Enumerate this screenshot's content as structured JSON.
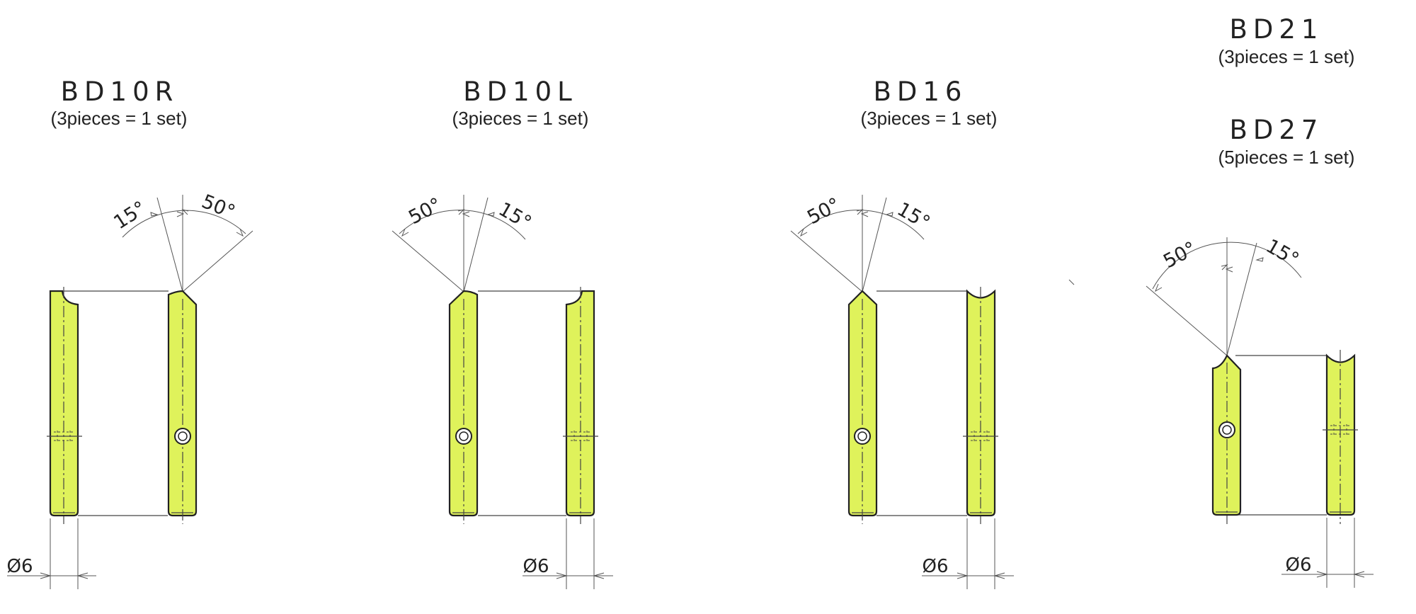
{
  "drawing": {
    "colors": {
      "fill": "#dff25b",
      "line": "#222222",
      "background": "#ffffff"
    },
    "parts": [
      {
        "id": "bd10r",
        "title": "BD10R",
        "subtitle": "(3pieces = 1 set)",
        "angle_a": "15°",
        "angle_b": "50°",
        "diameter": "Ø6"
      },
      {
        "id": "bd10l",
        "title": "BD10L",
        "subtitle": "(3pieces = 1 set)",
        "angle_a": "50°",
        "angle_b": "15°",
        "diameter": "Ø6"
      },
      {
        "id": "bd16",
        "title": "BD16",
        "subtitle": "(3pieces = 1 set)",
        "angle_a": "50°",
        "angle_b": "15°",
        "diameter": "Ø6"
      },
      {
        "id": "bd21",
        "title": "BD21",
        "subtitle": "(3pieces = 1 set)"
      },
      {
        "id": "bd27",
        "title": "BD27",
        "subtitle": "(5pieces = 1 set)",
        "angle_a": "50°",
        "angle_b": "15°",
        "diameter": "Ø6"
      }
    ]
  }
}
